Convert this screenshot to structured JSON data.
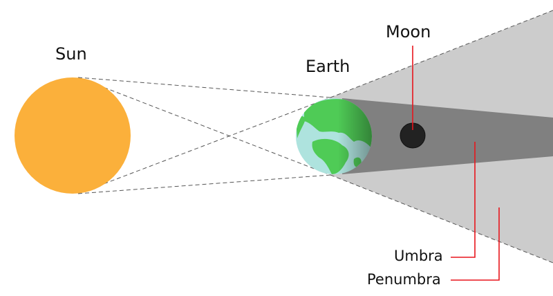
{
  "labels": {
    "sun": "Sun",
    "earth": "Earth",
    "moon": "Moon",
    "umbra": "Umbra",
    "penumbra": "Penumbra"
  },
  "colors": {
    "sun": "#FBB03B",
    "earth_ocean": "#AEE3DE",
    "earth_land": "#4FCB56",
    "moon": "#222222",
    "umbra": "#808080",
    "penumbra": "#CCCCCC",
    "leader": "#E8141B"
  }
}
